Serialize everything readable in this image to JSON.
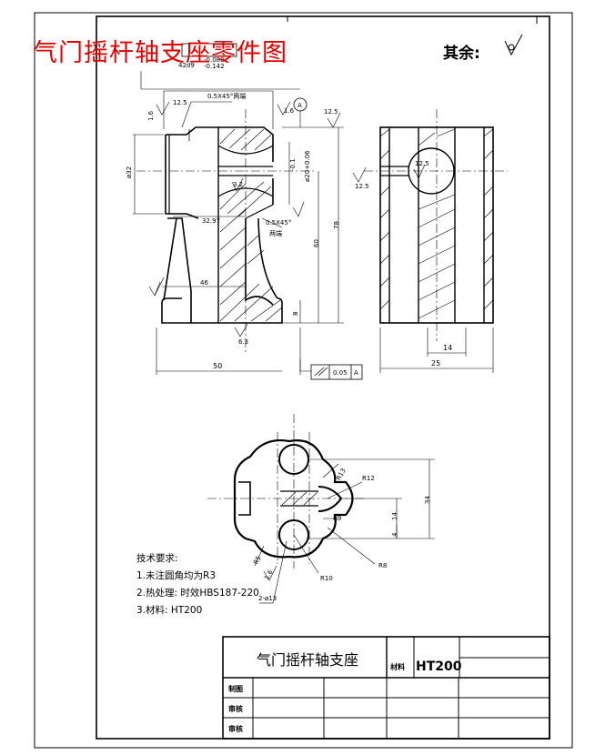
{
  "title": "气门摇杆轴支座零件图",
  "roughness_rest_label": "其余:",
  "dimensions": {
    "d_42d9": "42d9",
    "tol_upper": "-0.080",
    "tol_lower": "-0.142",
    "chamfer_top": "0.5X45°两端",
    "chamfer_mid": "0.5X45°",
    "chamfer_mid_note": "两端",
    "ra_16_a": "1.6",
    "ra_125_a": "12.5",
    "ra_16_b": "1.6",
    "datum_a": "A",
    "ra_125_b": "12.5",
    "dia_32": "ø32",
    "ra_32": "3.2",
    "r_32_97": "32.97",
    "dim_01": "-0.1",
    "dim_phi20": "ø20+0.06",
    "dim_78": "78",
    "dim_60": "60",
    "dim_46": "46",
    "dim_8": "8",
    "ra_63": "6.3",
    "dim_50": "50",
    "parallel_tol": "0.05",
    "parallel_datum": "A",
    "ra_125_side": "12.5",
    "ra_125_side2": "12.5",
    "dim_14": "14",
    "dim_25": "25",
    "r13": "R13",
    "r12": "R12",
    "r9": "R9",
    "r10": "R10",
    "r8": "R8",
    "r5": "R5",
    "ra_16_c": "1.6",
    "holes": "2-ø13",
    "dim_34": "34",
    "dim_14b": "14",
    "dim_4": "4"
  },
  "notes": {
    "heading": "技术要求:",
    "line1": "1.未注圆角均为R3",
    "line2": "2.热处理: 时效HBS187-220",
    "line3": "3.材料: HT200"
  },
  "title_block": {
    "part_name": "气门摇杆轴支座",
    "material_label": "材料",
    "material": "HT200",
    "drawn_label": "制图",
    "checked_label": "审核",
    "approved_label": "审核"
  }
}
